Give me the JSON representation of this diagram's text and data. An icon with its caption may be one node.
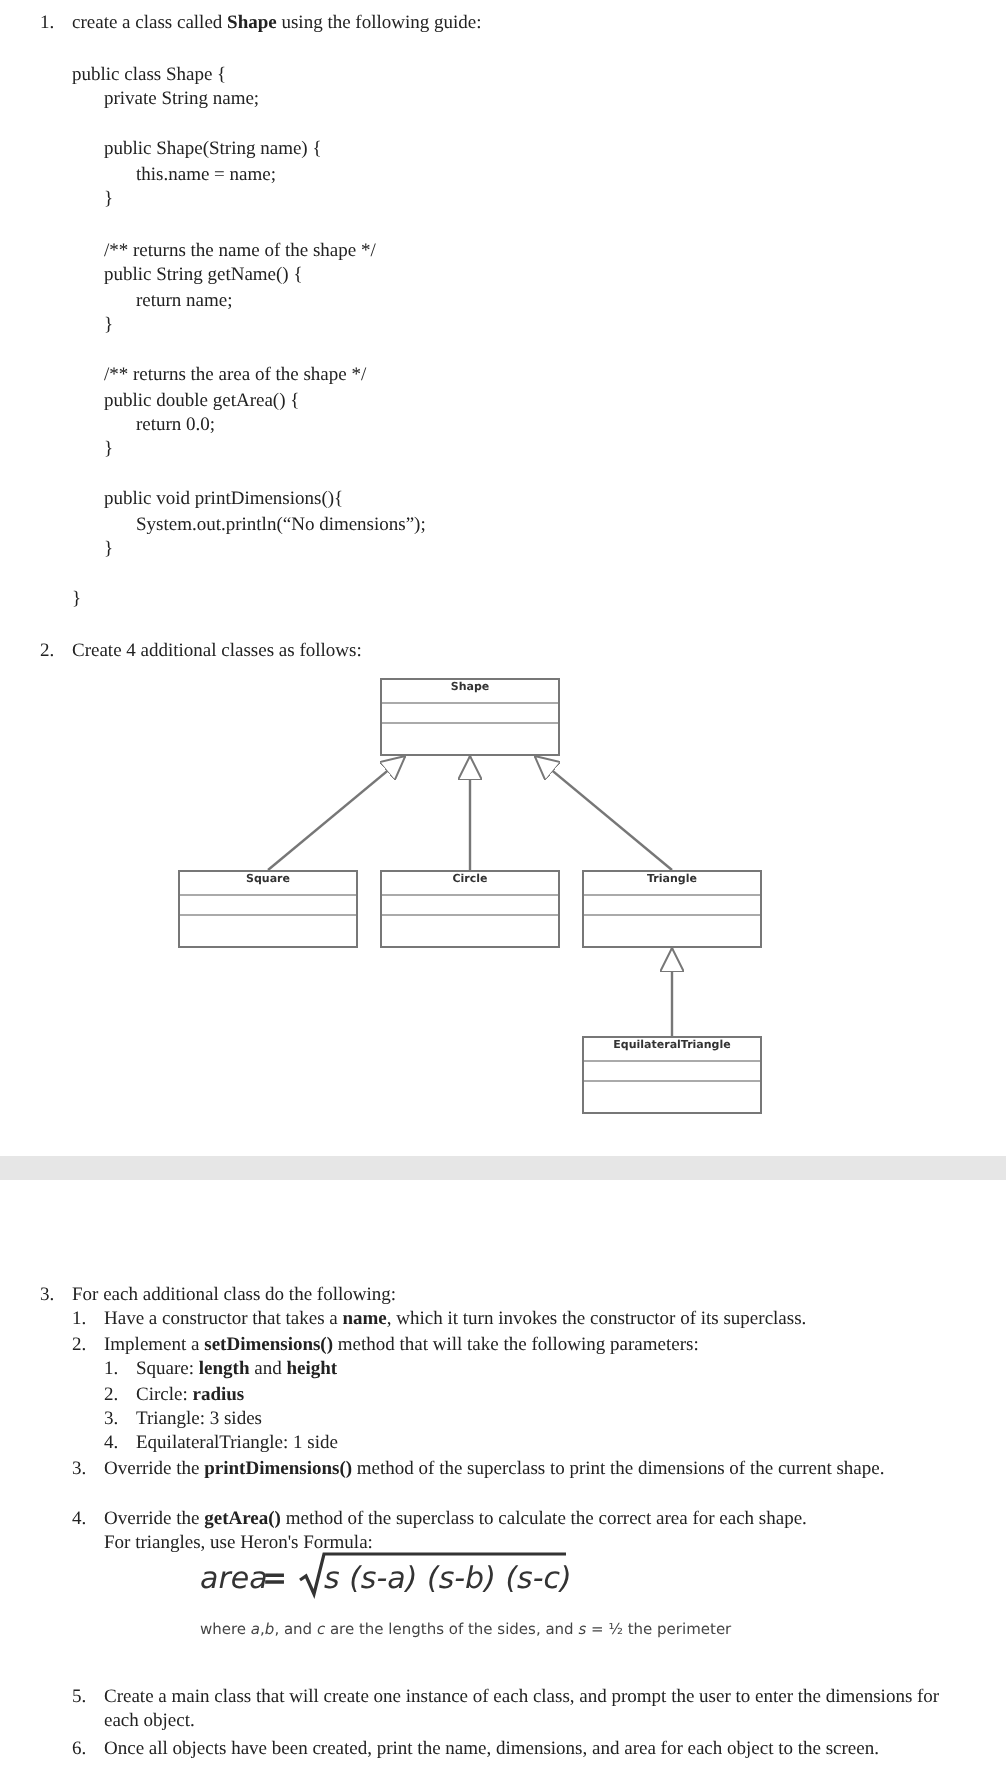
{
  "diagram": {
    "nodes": [
      {
        "text": [
          "Shape"
        ]
      },
      {
        "text": [
          "Square"
        ]
      },
      {
        "text": [
          "Circle"
        ]
      },
      {
        "text": [
          "Triangle"
        ]
      },
      {
        "text": [
          "EquilateralTriangle"
        ]
      }
    ],
    "edges": [
      {
        "from": 1,
        "to": 0,
        "arrow": "to"
      },
      {
        "from": 2,
        "to": 0,
        "arrow": "to"
      },
      {
        "from": 3,
        "to": 0,
        "arrow": "to"
      },
      {
        "from": 4,
        "to": 3,
        "arrow": "to"
      }
    ],
    "labels": [
      "1.",
      "create a class called **Shape** using the following guide:",
      "public class Shape {",
      "private String name;",
      "public Shape(String name) {",
      "this.name = name;",
      "}",
      "/** returns the name of the shape */",
      "public String getName() {",
      "return name;",
      "}",
      "/** returns the area of the shape */",
      "public double getArea() {",
      "return 0.0;",
      "}",
      "public void printDimensions(){",
      "System.out.println(“No dimensions”);",
      "}",
      "}",
      "2.",
      "Create 4 additional classes as follows:",
      "3.",
      "For each additional class do the following:",
      "1.",
      "Have a constructor that takes a **name**, which it turn invokes the constructor of its superclass.",
      "2.",
      "Implement a **setDimensions()** method that will take the following parameters:",
      "1.",
      "Square: **length** and **height**",
      "2.",
      "Circle: **radius**",
      "3.",
      "Triangle: 3 sides",
      "4.",
      "EquilateralTriangle: 1 side",
      "3.",
      "Override the **printDimensions()** method of the superclass to print the dimensions of the current shape.",
      "4.",
      "Override the **getArea()** method of the superclass to calculate the correct area for each shape.",
      "For triangles, use Heron's Formula:",
      "area",
      "=",
      "s (s-a) (s-b) (s-c)",
      "where *a*,*b*, and *c* are the lengths of the sides, and *s* = ½ the perimeter",
      "5.",
      "Create a main class that will create one instance of each class, and prompt the user to enter the dimensions for each object.",
      "6.",
      "Once all objects have been created, print the name, dimensions, and area for each object to the screen."
    ]
  }
}
